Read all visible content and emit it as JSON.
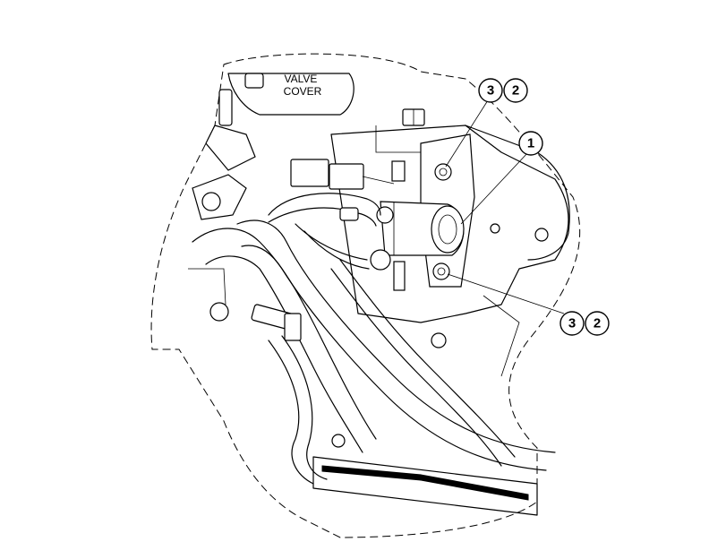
{
  "labels": {
    "valve_cover_line1": "VALVE",
    "valve_cover_line2": "COVER"
  },
  "callouts": [
    {
      "id": "top",
      "numbers": [
        "3",
        "2"
      ]
    },
    {
      "id": "part1",
      "numbers": [
        "1"
      ]
    },
    {
      "id": "bottom",
      "numbers": [
        "3",
        "2"
      ]
    }
  ]
}
